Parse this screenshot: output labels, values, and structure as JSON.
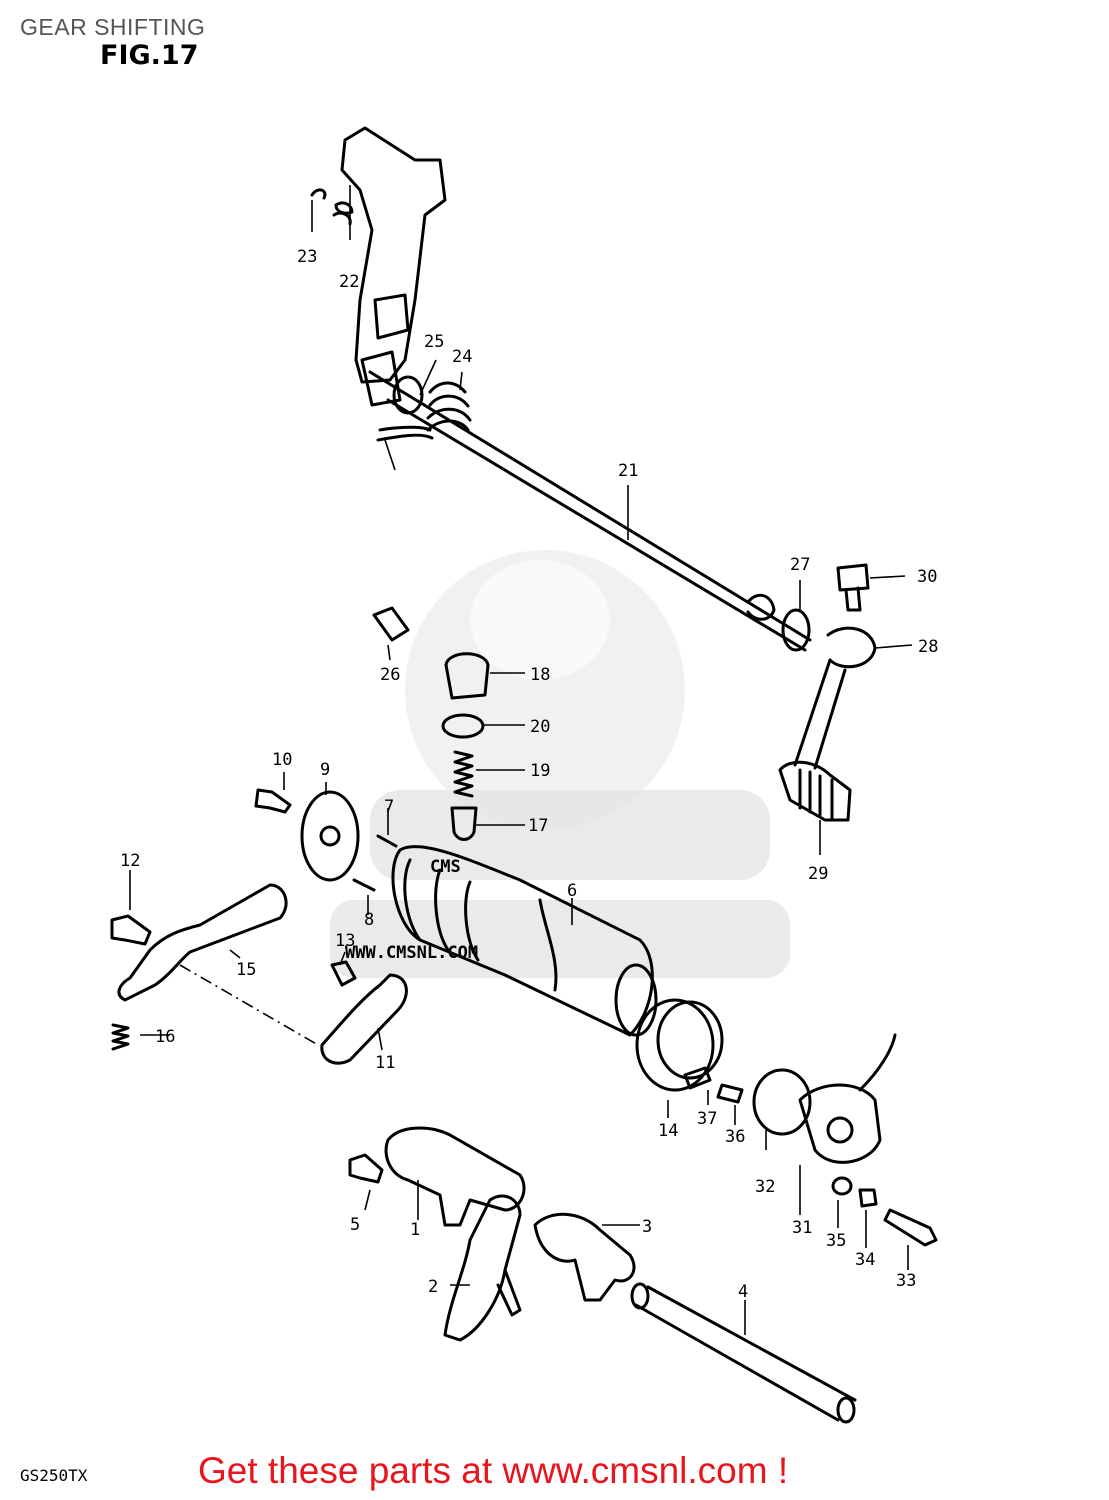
{
  "header": {
    "title": "GEAR SHIFTING",
    "figure": "FIG.17"
  },
  "watermark": {
    "logo_text": "CMS",
    "url_text": "WWW.CMSNL.COM"
  },
  "callouts": [
    "1",
    "2",
    "3",
    "4",
    "5",
    "6",
    "7",
    "8",
    "9",
    "10",
    "11",
    "12",
    "13",
    "14",
    "15",
    "16",
    "17",
    "18",
    "19",
    "20",
    "21",
    "22",
    "23",
    "24",
    "25",
    "26",
    "27",
    "28",
    "29",
    "30",
    "31",
    "32",
    "33",
    "34",
    "35",
    "36",
    "37"
  ],
  "footer": {
    "model": "GS250TX",
    "cta_text": "Get these parts at www.cmsnl.com !",
    "cta_color": "#e8151c"
  }
}
